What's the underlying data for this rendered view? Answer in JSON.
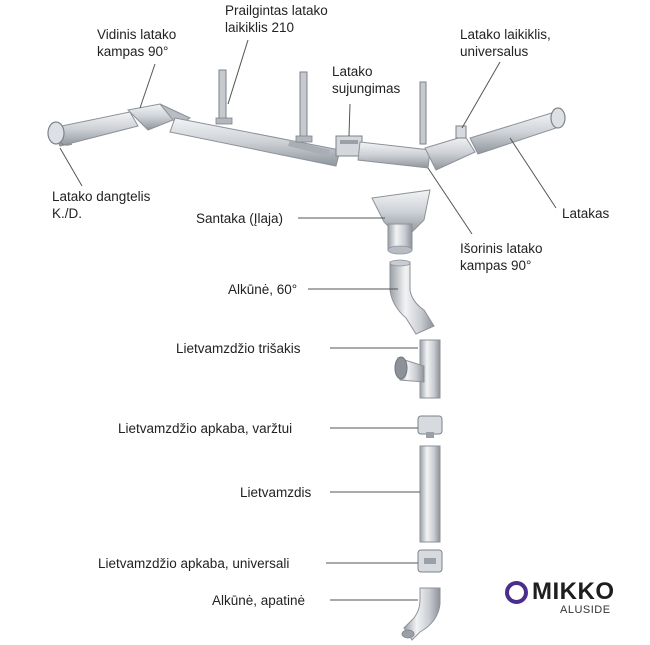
{
  "labels": {
    "inner_corner_l1": "Vidinis latako",
    "inner_corner_l2": "kampas 90°",
    "bracket210_l1": "Prailgintas latako",
    "bracket210_l2": "laikiklis 210",
    "connector_l1": "Latako",
    "connector_l2": "sujungimas",
    "univ_bracket_l1": "Latako laikiklis,",
    "univ_bracket_l2": "universalus",
    "endcap_l1": "Latako dangtelis",
    "endcap_l2": "K./D.",
    "outlet": "Santaka (Įlaja)",
    "gutter": "Latakas",
    "outer_corner_l1": "Išorinis latako",
    "outer_corner_l2": "kampas 90°",
    "elbow60": "Alkūnė, 60°",
    "tee": "Lietvamzdžio trišakis",
    "clamp_screw": "Lietvamzdžio apkaba, varžtui",
    "pipe": "Lietvamzdis",
    "clamp_univ": "Lietvamzdžio apkaba, universali",
    "elbow_bottom": "Alkūnė, apatinė"
  },
  "brand": {
    "name": "MIKKO",
    "sub": "ALUSIDE",
    "accent": "#4a2d8c"
  },
  "colors": {
    "metal_light": "#e9ebee",
    "metal_mid": "#c3c7cc",
    "metal_dark": "#8d9299",
    "leader": "#555555"
  }
}
